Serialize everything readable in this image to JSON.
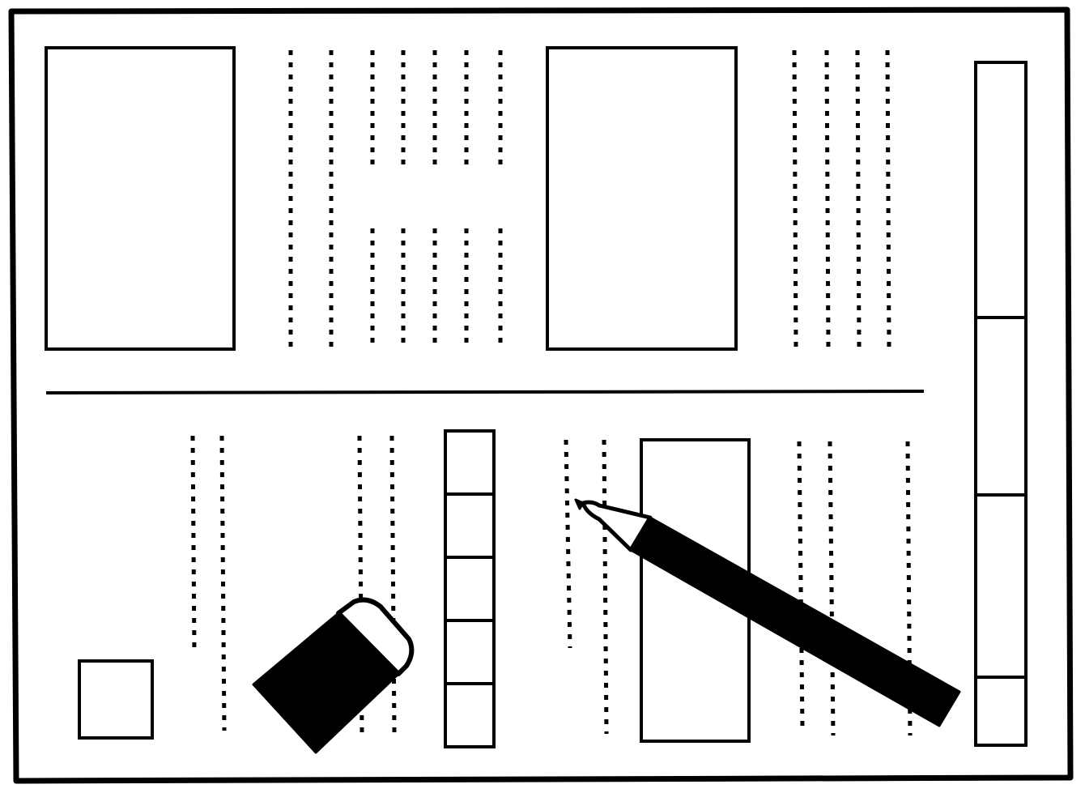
{
  "colors": {
    "background": "#ffffff",
    "ink": "#000000",
    "paper": "#ffffff"
  },
  "icons": {
    "pencil": "pencil-icon",
    "eraser": "eraser-icon"
  },
  "sheet": {
    "top_half": {
      "image_boxes": 2,
      "text_columns": 2
    },
    "bottom_half": {
      "small_square": 1,
      "strip_boxes": 5,
      "tall_box": 1
    },
    "side_panel_sections": 4
  }
}
